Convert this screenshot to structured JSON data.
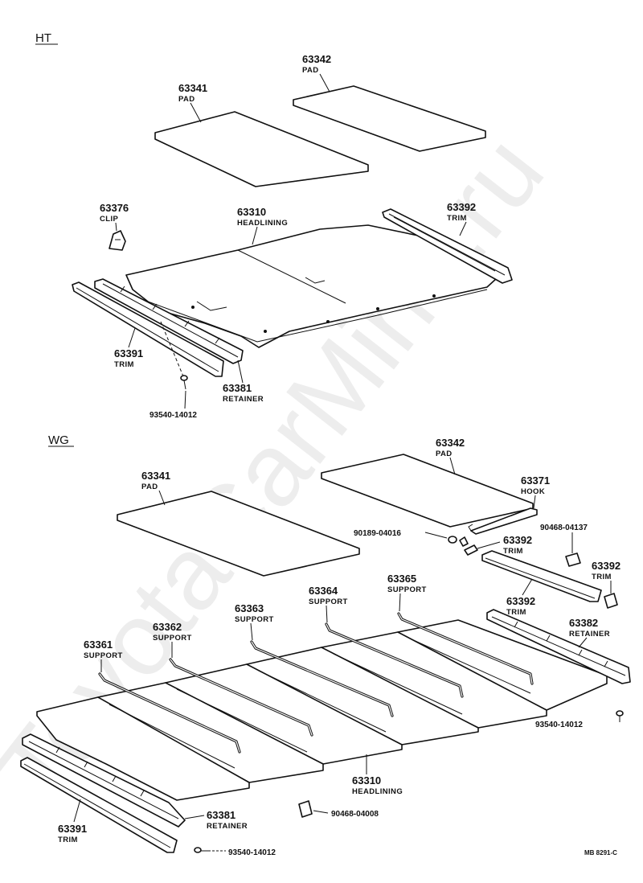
{
  "sections": {
    "ht": "HT",
    "wg": "WG"
  },
  "watermark": "ToyotaCarMine.ru",
  "code": "MB 8291-C",
  "ht": {
    "pad_a": {
      "num": "63341",
      "label": "PAD"
    },
    "pad_b": {
      "num": "63342",
      "label": "PAD"
    },
    "clip": {
      "num": "63376",
      "label": "CLIP"
    },
    "headlining": {
      "num": "63310",
      "label": "HEADLINING"
    },
    "trim_rear": {
      "num": "63392",
      "label": "TRIM"
    },
    "trim_front": {
      "num": "63391",
      "label": "TRIM"
    },
    "retainer": {
      "num": "63381",
      "label": "RETAINER"
    },
    "screw": {
      "num": "93540-14012"
    }
  },
  "wg": {
    "pad_a": {
      "num": "63341",
      "label": "PAD"
    },
    "pad_b": {
      "num": "63342",
      "label": "PAD"
    },
    "hook": {
      "num": "63371",
      "label": "HOOK"
    },
    "screw_a": {
      "num": "90189-04016"
    },
    "nut_a": {
      "num": "90468-04137"
    },
    "trim_small": {
      "num": "63392",
      "label": "TRIM"
    },
    "trim_right": {
      "num": "63392",
      "label": "TRIM"
    },
    "trim_bar": {
      "num": "63392",
      "label": "TRIM"
    },
    "support_65": {
      "num": "63365",
      "label": "SUPPORT"
    },
    "support_64": {
      "num": "63364",
      "label": "SUPPORT"
    },
    "support_63": {
      "num": "63363",
      "label": "SUPPORT"
    },
    "support_62": {
      "num": "63362",
      "label": "SUPPORT"
    },
    "support_61": {
      "num": "63361",
      "label": "SUPPORT"
    },
    "retainer_rear": {
      "num": "63382",
      "label": "RETAINER"
    },
    "screw_b": {
      "num": "93540-14012"
    },
    "headlining": {
      "num": "63310",
      "label": "HEADLINING"
    },
    "retainer_front": {
      "num": "63381",
      "label": "RETAINER"
    },
    "nut_b": {
      "num": "90468-04008"
    },
    "trim_front": {
      "num": "63391",
      "label": "TRIM"
    },
    "screw_c": {
      "num": "93540-14012"
    }
  }
}
